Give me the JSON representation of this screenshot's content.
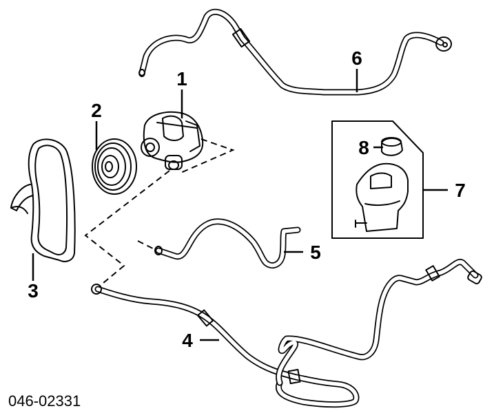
{
  "diagram": {
    "callouts": {
      "c1": "1",
      "c2": "2",
      "c3": "3",
      "c4": "4",
      "c5": "5",
      "c6": "6",
      "c7": "7",
      "c8": "8"
    },
    "code": "046-02331"
  }
}
